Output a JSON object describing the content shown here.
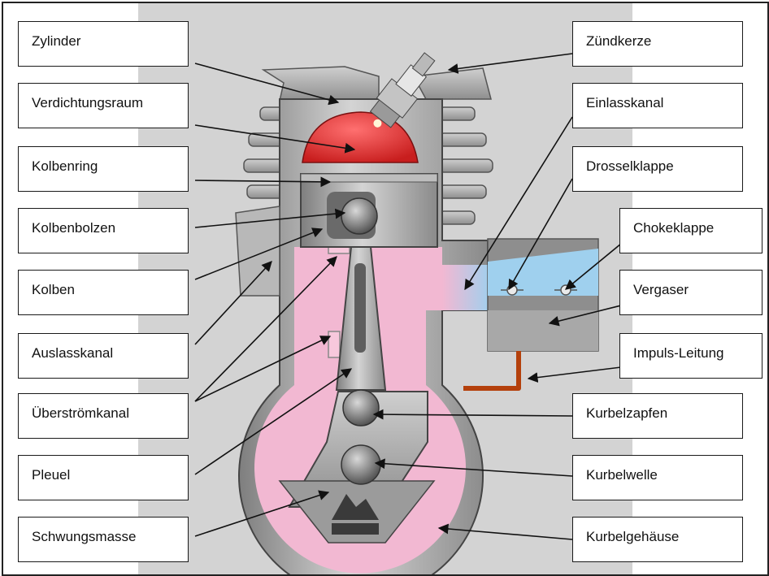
{
  "labels_left": [
    {
      "id": "zylinder",
      "text": "Zylinder"
    },
    {
      "id": "verdichtungsraum",
      "text": "Verdichtungsraum"
    },
    {
      "id": "kolbenring",
      "text": "Kolbenring"
    },
    {
      "id": "kolbenbolzen",
      "text": "Kolbenbolzen"
    },
    {
      "id": "kolben",
      "text": "Kolben"
    },
    {
      "id": "auslasskanal",
      "text": "Auslasskanal"
    },
    {
      "id": "ueberstroemkanal",
      "text": "Überströmkanal"
    },
    {
      "id": "pleuel",
      "text": "Pleuel"
    },
    {
      "id": "schwungsmasse",
      "text": "Schwungsmasse"
    }
  ],
  "labels_right": [
    {
      "id": "zuendkerze",
      "text": "Zündkerze"
    },
    {
      "id": "einlasskanal",
      "text": "Einlasskanal"
    },
    {
      "id": "drosselklappe",
      "text": "Drosselklappe"
    },
    {
      "id": "chokeklappe",
      "text": "Chokeklappe"
    },
    {
      "id": "vergaser",
      "text": "Vergaser"
    },
    {
      "id": "impuls_leitung",
      "text": "Impuls-Leitung"
    },
    {
      "id": "kurbelzapfen",
      "text": "Kurbelzapfen"
    },
    {
      "id": "kurbelwelle",
      "text": "Kurbelwelle"
    },
    {
      "id": "kurbelgehaeuse",
      "text": "Kurbelgehäuse"
    }
  ],
  "colors": {
    "background": "#d3d3d3",
    "combustion_chamber": "#e03030",
    "crankcase_mixture": "#f2b8d2",
    "carburetor_mixture": "#9fd0ee",
    "impulse_line": "#b4400c",
    "metal": "#a8a8a8"
  }
}
